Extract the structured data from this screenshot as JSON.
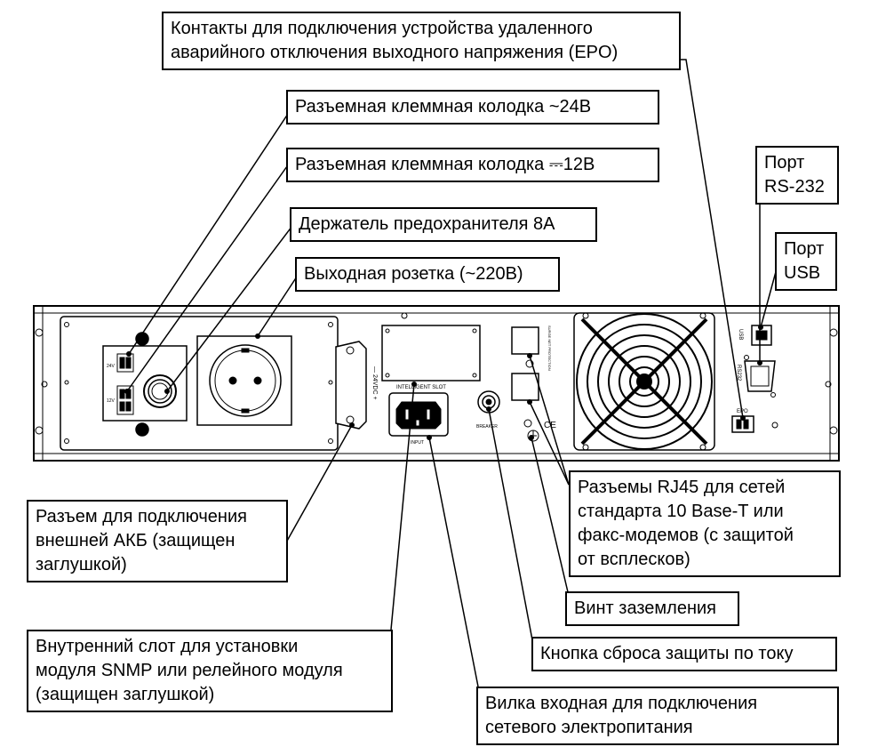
{
  "callouts": {
    "epo": [
      "Контакты для подключения устройства удаленного",
      "аварийного отключения выходного напряжения (EPO)"
    ],
    "terminal24": [
      "Разъемная клеммная колодка ~24В"
    ],
    "terminal12": [
      "Разъемная клеммная колодка ⎓12В"
    ],
    "fuse": [
      "Держатель предохранителя 8А"
    ],
    "outlet": [
      "Выходная розетка (~220В)"
    ],
    "rs232": [
      "Порт",
      "RS-232"
    ],
    "usb": [
      "Порт",
      "USB"
    ],
    "battery": [
      "Разъем для подключения",
      "внешней АКБ (защищен",
      "заглушкой)"
    ],
    "rj45": [
      "Разъемы RJ45 для сетей",
      "стандарта 10 Base-T или",
      "факс-модемов (с защитой",
      "от всплесков)"
    ],
    "ground": [
      "Винт заземления"
    ],
    "breaker": [
      "Кнопка сброса защиты по току"
    ],
    "slot": [
      "Внутренний слот для установки",
      "модуля SNMP или релейного модуля",
      "(защищен заглушкой)"
    ],
    "input": [
      "Вилка входная для подключения",
      "сетевого электропитания"
    ]
  },
  "panel_labels": {
    "usb": "USB",
    "rs232": "RS232",
    "epo": "EPO",
    "slot": "INTELLIGENT SLOT",
    "input": "INPUT",
    "breaker": "BREAKER",
    "battery": "— 24VDC +",
    "v24": "24V",
    "v12": "12V",
    "rj45": "SURGE NET PROTECTION",
    "ce": "CE"
  }
}
